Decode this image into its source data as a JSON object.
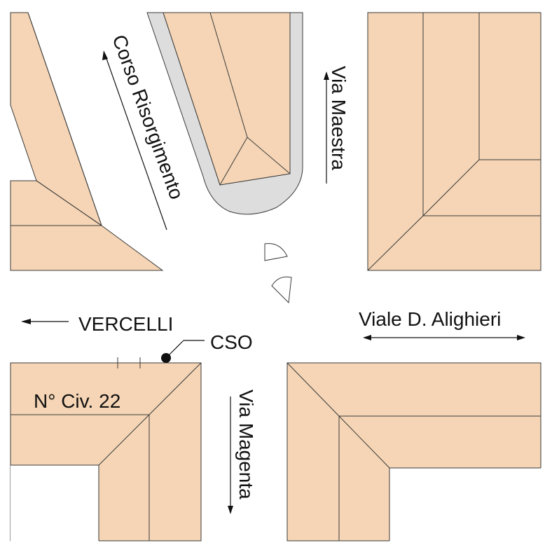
{
  "streets": {
    "corso_risorgimento": "Corso Risorgimento",
    "via_maestra": "Via Maestra",
    "vercelli": "VERCELLI",
    "viale_alighieri": "Viale D. Alighieri",
    "via_magenta": "Via Magenta"
  },
  "markers": {
    "cso": "CSO",
    "civic_number": "N° Civ. 22"
  },
  "colors": {
    "building": "#f5d5b5",
    "sidewalk": "#dddddd",
    "outline": "#3a3a3a",
    "marker": "#111111"
  }
}
